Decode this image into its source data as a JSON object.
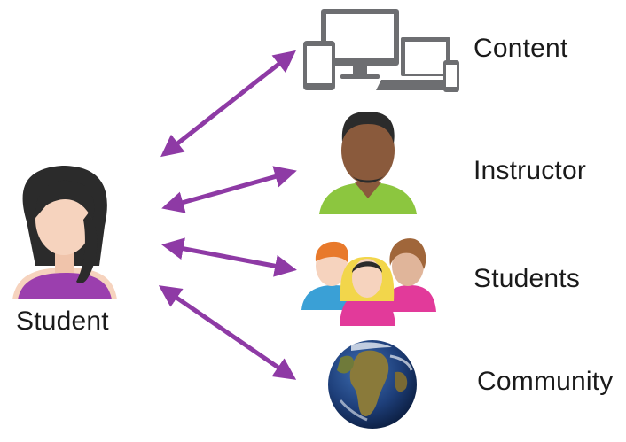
{
  "center_node": {
    "label": "Student",
    "icon": "female-student-icon"
  },
  "connections": [
    {
      "label": "Content",
      "icon": "devices-icon"
    },
    {
      "label": "Instructor",
      "icon": "instructor-icon"
    },
    {
      "label": "Students",
      "icon": "student-group-icon"
    },
    {
      "label": "Community",
      "icon": "globe-icon"
    }
  ],
  "colors": {
    "arrow": "#8e3aa5",
    "shirt_purple": "#9b3fae",
    "device_gray": "#6d6e71",
    "instructor_shirt": "#8cc63f",
    "skin_light": "#f6d3be",
    "skin_dark": "#8a5a3c",
    "hair_dark": "#2b2b2b"
  }
}
